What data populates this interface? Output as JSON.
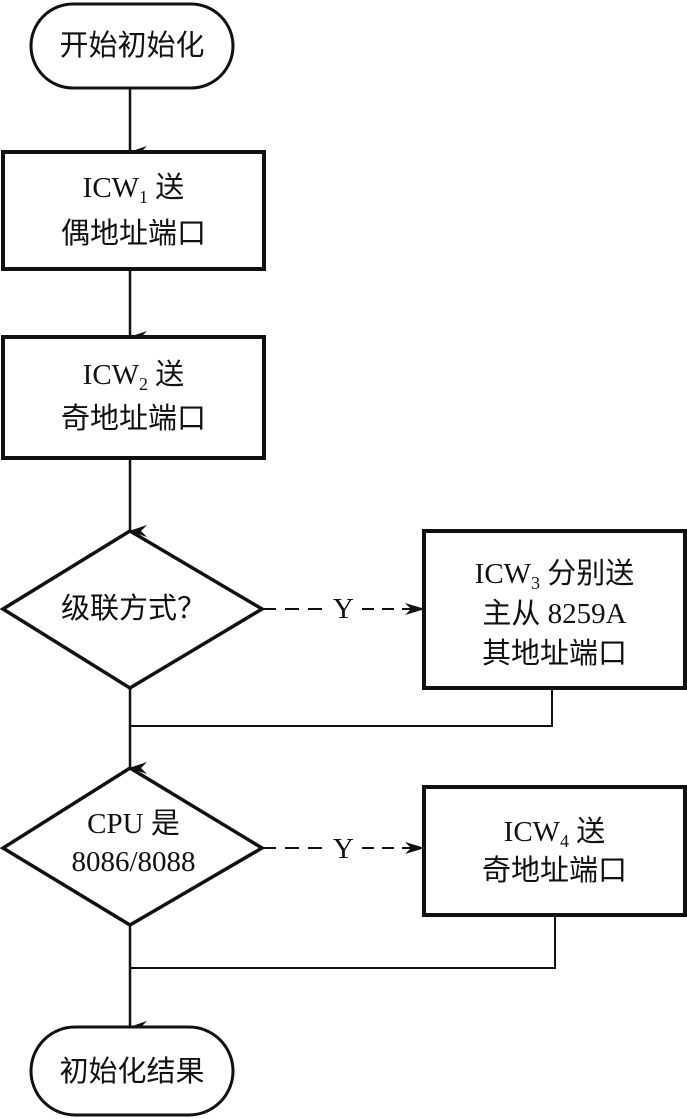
{
  "title": "8259A initialization flowchart",
  "nodes": {
    "start": {
      "text": "开始初始化"
    },
    "icw1": {
      "prefix": "ICW",
      "sub": "1",
      "suffix": " 送",
      "line2": "偶地址端口"
    },
    "icw2": {
      "prefix": "ICW",
      "sub": "2",
      "suffix": " 送",
      "line2": "奇地址端口"
    },
    "decision1": {
      "text": "级联方式？"
    },
    "icw3": {
      "prefix": "ICW",
      "sub": "3",
      "suffix": " 分别送",
      "line2": "主从 8259A",
      "line3": "其地址端口"
    },
    "decision2": {
      "line1": "CPU 是",
      "line2": "8086/8088"
    },
    "icw4": {
      "prefix": "ICW",
      "sub": "4",
      "suffix": " 送",
      "line2": "奇地址端口"
    },
    "end": {
      "text": "初始化结果"
    }
  },
  "edges": {
    "yes1": "Y",
    "yes2": "Y"
  }
}
